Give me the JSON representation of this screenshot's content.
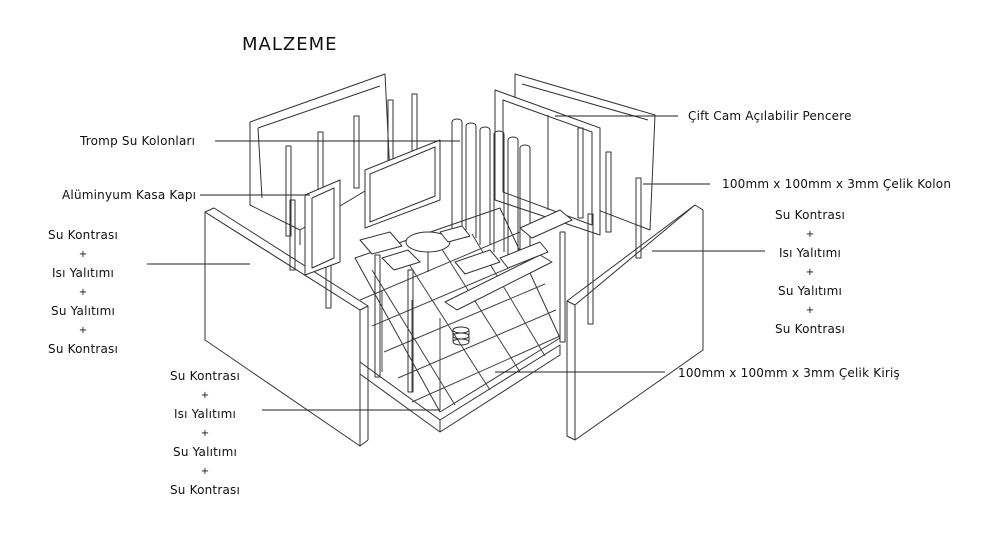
{
  "title": "MALZEME",
  "labels": {
    "tromp": "Tromp  Su Kolonları",
    "door": "Alüminyum Kasa Kapı",
    "window": "Çift Cam Açılabilir Pencere",
    "column": "100mm x 100mm x 3mm Çelik Kolon",
    "beam": "100mm x 100mm x 3mm Çelik Kiriş"
  },
  "layers_left": [
    "Su Kontrası",
    "+",
    "Isı Yalıtımı",
    "+",
    "Su Yalıtımı",
    "+",
    "Su Kontrası"
  ],
  "layers_right": [
    "Su Kontrası",
    "+",
    "Isı Yalıtımı",
    "+",
    "Su Yalıtımı",
    "+",
    "Su Kontrası"
  ],
  "layers_bottom": [
    "Su Kontrası",
    "+",
    "Isı Yalıtımı",
    "+",
    "Su Yalıtımı",
    "+",
    "Su Kontrası"
  ],
  "colors": {
    "ink": "#111111",
    "line": "#333333",
    "paper": "#ffffff"
  }
}
